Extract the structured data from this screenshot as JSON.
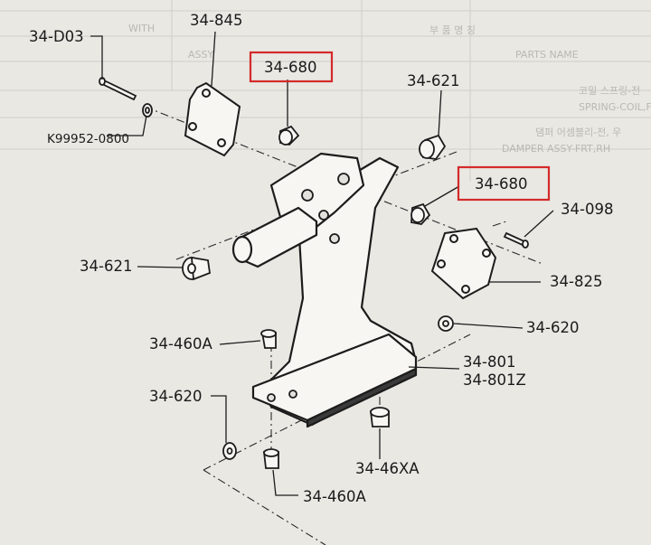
{
  "header": {
    "col_korean": "부 품 명 칭",
    "col_english": "PARTS NAME",
    "row_1_kr": "코일 스프링-전",
    "row_1_en": "SPRING-COIL,FRT",
    "row_2_kr": "댐퍼 어셈블리-전, 우",
    "row_2_en": "DAMPER ASSY-FRT,RH",
    "faded_left_1": "WITH",
    "faded_left_2": "ASSY"
  },
  "labels": {
    "p34_d03": "34-D03",
    "p34_845": "34-845",
    "p34_680_top": "34-680",
    "p34_621_top": "34-621",
    "pk99952": "K99952-0800",
    "p34_680_right": "34-680",
    "p34_098": "34-098",
    "p34_621_left": "34-621",
    "p34_825": "34-825",
    "p34_620_right": "34-620",
    "p34_460a_top": "34-460A",
    "p34_801": "34-801",
    "p34_801z": "34-801Z",
    "p34_620_left": "34-620",
    "p34_46xa": "34-46XA",
    "p34_460a_bottom": "34-460A"
  },
  "colors": {
    "highlight": "#d42a2a",
    "ink": "#1c1c1c",
    "paper": "#e9e8e3",
    "part_fill": "#f7f6f2"
  }
}
